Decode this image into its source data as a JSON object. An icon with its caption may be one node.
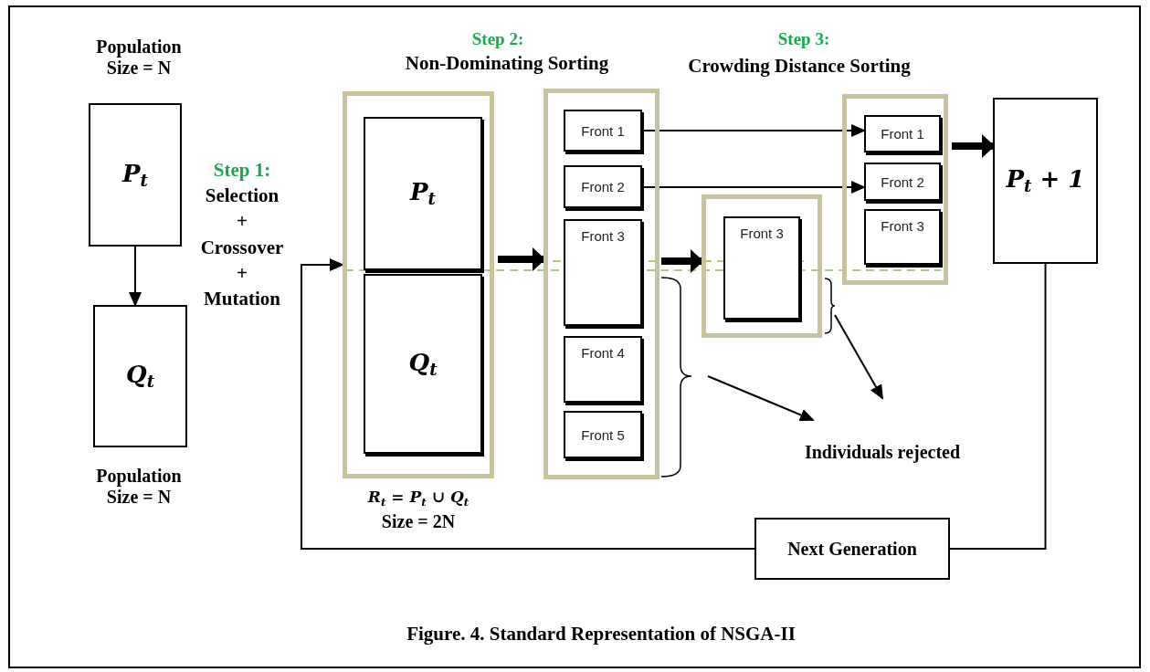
{
  "diagram": {
    "caption": "Figure. 4. Standard Representation of NSGA-II",
    "nodes": [
      {
        "text": [
          "P$_{t}$"
        ],
        "beside": [
          "Population Size = N"
        ]
      },
      {
        "text": [
          "Q$_{t}$"
        ],
        "beside": [
          "Population Size = N"
        ]
      },
      {
        "text": [],
        "shape": "box",
        "beside": [
          "R$_{t}$ = P$_{t}$ ∪ Q$_{t}$",
          "Size = 2N"
        ]
      },
      {
        "text": [
          "P$_{t}$"
        ],
        "in": 2
      },
      {
        "text": [
          "Q$_{t}$"
        ],
        "in": 2
      },
      {
        "text": [],
        "shape": "box"
      },
      {
        "text": [
          "Front 1"
        ],
        "in": 5
      },
      {
        "text": [
          "Front 2"
        ],
        "in": 5
      },
      {
        "text": [
          "Front 3"
        ],
        "in": 5
      },
      {
        "text": [
          "Front 4"
        ],
        "in": 5
      },
      {
        "text": [
          "Front 5"
        ],
        "in": 5
      },
      {
        "text": [],
        "shape": "box"
      },
      {
        "text": [
          "Front 3"
        ],
        "in": 11
      },
      {
        "text": [],
        "shape": "box"
      },
      {
        "text": [
          "Front 1"
        ],
        "in": 13
      },
      {
        "text": [
          "Front 2"
        ],
        "in": 13
      },
      {
        "text": [
          "Front 3"
        ],
        "in": 13
      },
      {
        "text": [
          "P$_{t}$ + 1"
        ]
      },
      {
        "text": [
          "Individuals rejected"
        ]
      },
      {
        "text": [
          "Next Generation"
        ]
      }
    ],
    "edges": [
      {
        "from": 0,
        "to": 1,
        "arrow": "to"
      },
      {
        "from": 6,
        "to": 14,
        "arrow": "to"
      },
      {
        "from": 7,
        "to": 15,
        "arrow": "to"
      },
      {
        "from": 2,
        "to": 5,
        "arrow": "to",
        "style": "thick"
      },
      {
        "from": 5,
        "to": 11,
        "arrow": "to",
        "style": "thick"
      },
      {
        "from": 13,
        "to": 17,
        "arrow": "to",
        "style": "thick"
      },
      {
        "from": 5,
        "to": 18,
        "arrow": "to"
      },
      {
        "from": 11,
        "to": 18,
        "arrow": "to"
      },
      {
        "from": 17,
        "to": 19,
        "arrow": "none"
      },
      {
        "from": 19,
        "to": 2,
        "arrow": "to"
      }
    ],
    "labels": [
      "Step 1:",
      "Selection + Crossover + Mutation",
      "Step 2:",
      "Non-Dominating Sorting",
      "Step 3:",
      "Crowding Distance Sorting"
    ]
  }
}
